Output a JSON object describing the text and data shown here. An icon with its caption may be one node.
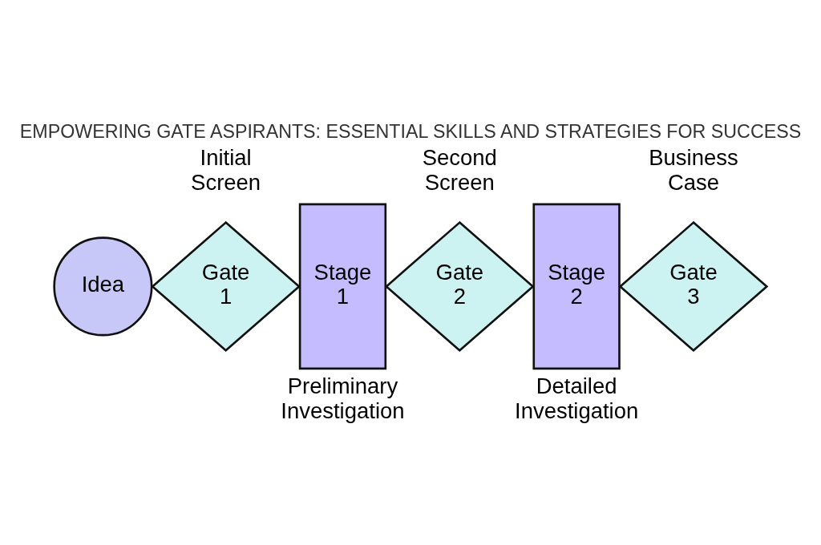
{
  "diagram": {
    "title": "EMPOWERING GATE ASPIRANTS: ESSENTIAL SKILLS AND STRATEGIES FOR SUCCESS",
    "nodes": [
      {
        "text": [
          "Idea"
        ]
      },
      {
        "text": [
          "Gate 1"
        ],
        "beside": [
          "Initial Screen"
        ]
      },
      {
        "text": [
          "Stage 1"
        ],
        "beside": [
          "Preliminary Investigation"
        ]
      },
      {
        "text": [
          "Gate 2"
        ],
        "beside": [
          "Second Screen"
        ]
      },
      {
        "text": [
          "Stage 2"
        ],
        "beside": [
          "Detailed Investigation"
        ]
      },
      {
        "text": [
          "Gate 3"
        ],
        "beside": [
          "Business Case"
        ]
      }
    ]
  }
}
